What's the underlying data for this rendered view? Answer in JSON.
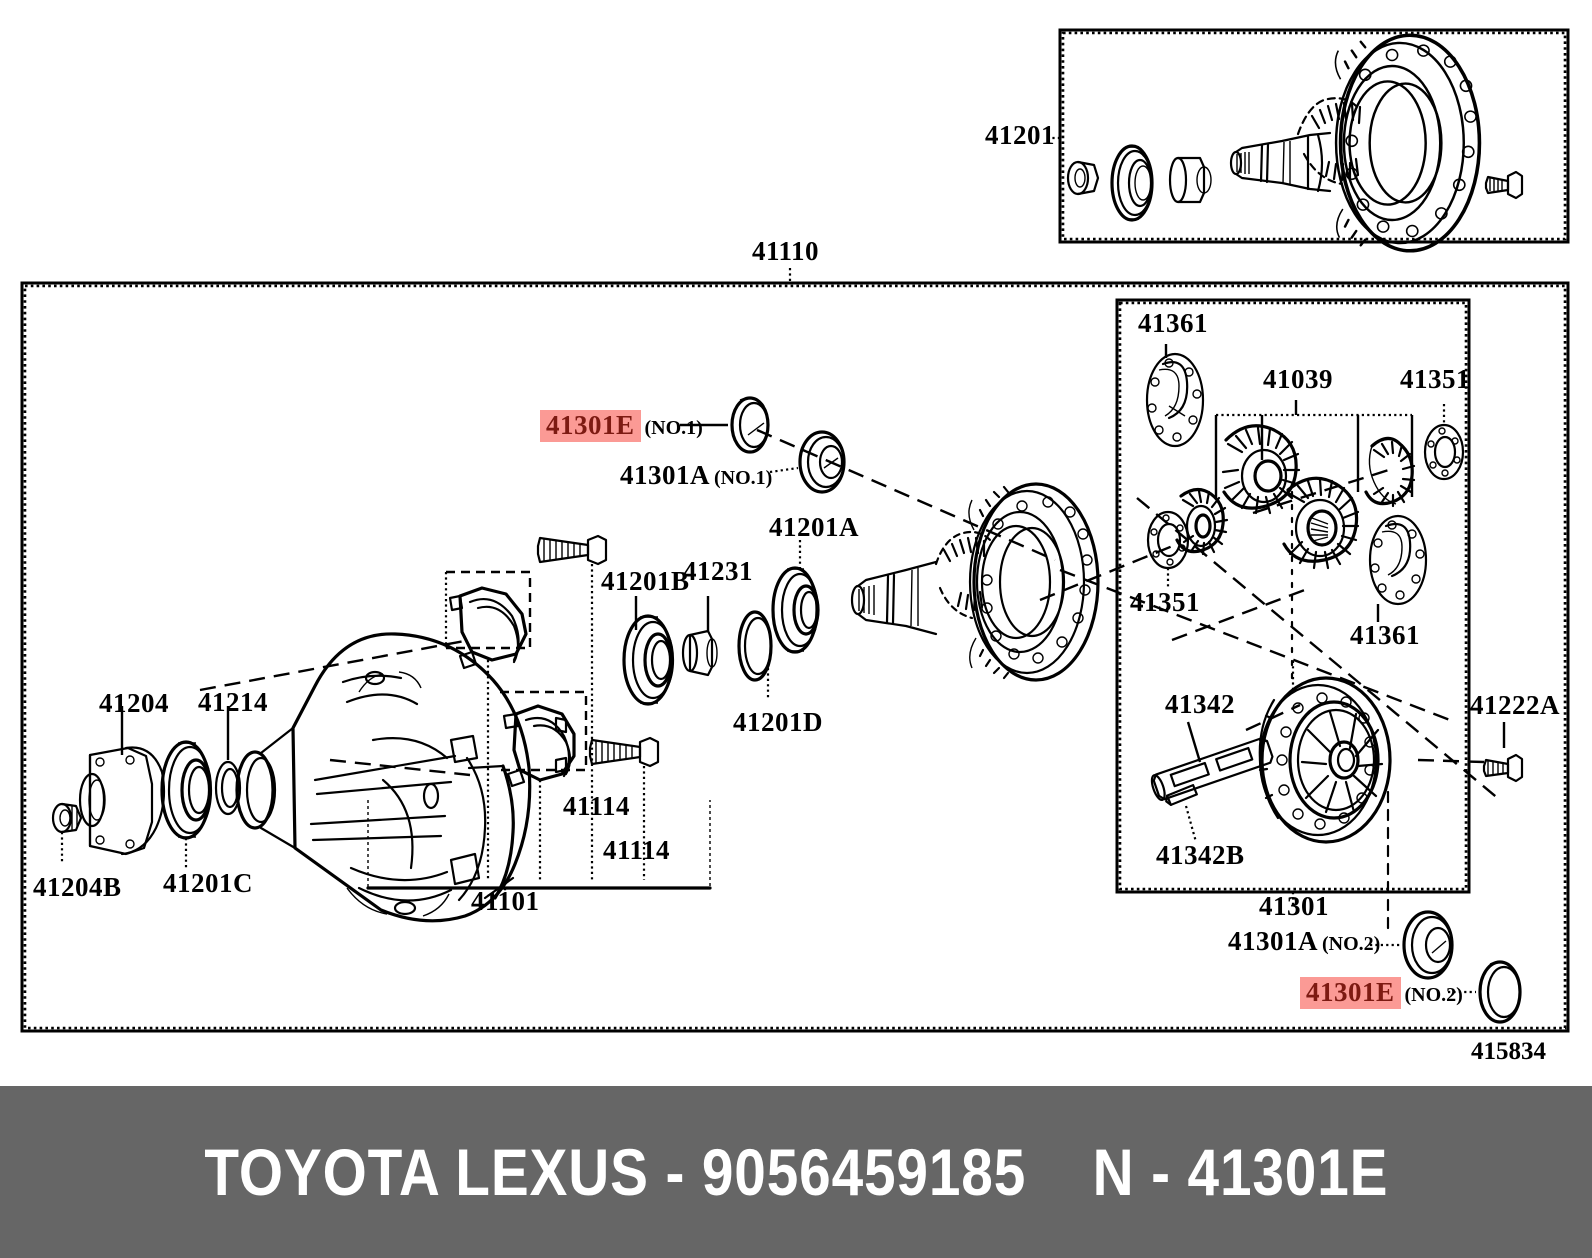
{
  "diagram": {
    "figure_number": "415834",
    "main_frame_label": "41110",
    "inset_label": "41201",
    "highlight_color": "#fb9a95",
    "highlight_text_color": "#7d1a12",
    "labels": [
      {
        "id": "41201",
        "num": "41201",
        "sub": "",
        "highlight": false
      },
      {
        "id": "41110",
        "num": "41110",
        "sub": "",
        "highlight": false
      },
      {
        "id": "41301E1",
        "num": "41301E",
        "sub": "(NO.1)",
        "highlight": true
      },
      {
        "id": "41301A1",
        "num": "41301A",
        "sub": "(NO.1)",
        "highlight": false
      },
      {
        "id": "41201A",
        "num": "41201A",
        "sub": "",
        "highlight": false
      },
      {
        "id": "41201B",
        "num": "41201B",
        "sub": "",
        "highlight": false
      },
      {
        "id": "41231",
        "num": "41231",
        "sub": "",
        "highlight": false
      },
      {
        "id": "41201D",
        "num": "41201D",
        "sub": "",
        "highlight": false
      },
      {
        "id": "41204",
        "num": "41204",
        "sub": "",
        "highlight": false
      },
      {
        "id": "41214",
        "num": "41214",
        "sub": "",
        "highlight": false
      },
      {
        "id": "41204B",
        "num": "41204B",
        "sub": "",
        "highlight": false
      },
      {
        "id": "41201C",
        "num": "41201C",
        "sub": "",
        "highlight": false
      },
      {
        "id": "41114a",
        "num": "41114",
        "sub": "",
        "highlight": false
      },
      {
        "id": "41114b",
        "num": "41114",
        "sub": "",
        "highlight": false
      },
      {
        "id": "41101",
        "num": "41101",
        "sub": "",
        "highlight": false
      },
      {
        "id": "41361a",
        "num": "41361",
        "sub": "",
        "highlight": false
      },
      {
        "id": "41039",
        "num": "41039",
        "sub": "",
        "highlight": false
      },
      {
        "id": "41351a",
        "num": "41351",
        "sub": "",
        "highlight": false
      },
      {
        "id": "41351b",
        "num": "41351",
        "sub": "",
        "highlight": false
      },
      {
        "id": "41361b",
        "num": "41361",
        "sub": "",
        "highlight": false
      },
      {
        "id": "41342",
        "num": "41342",
        "sub": "",
        "highlight": false
      },
      {
        "id": "41342B",
        "num": "41342B",
        "sub": "",
        "highlight": false
      },
      {
        "id": "41222A",
        "num": "41222A",
        "sub": "",
        "highlight": false
      },
      {
        "id": "41301",
        "num": "41301",
        "sub": "",
        "highlight": false
      },
      {
        "id": "41301A2",
        "num": "41301A",
        "sub": "(NO.2)",
        "highlight": false
      },
      {
        "id": "41301E2",
        "num": "41301E",
        "sub": "(NO.2)",
        "highlight": true
      }
    ]
  },
  "footer": {
    "brand": "TOYOTA LEXUS",
    "separator": "-",
    "part_number": "9056459185",
    "ref_prefix": "N",
    "ref_code": "41301E",
    "text": "TOYOTA LEXUS - 9056459185    N - 41301E",
    "background": "#666666",
    "text_color": "#ffffff"
  }
}
